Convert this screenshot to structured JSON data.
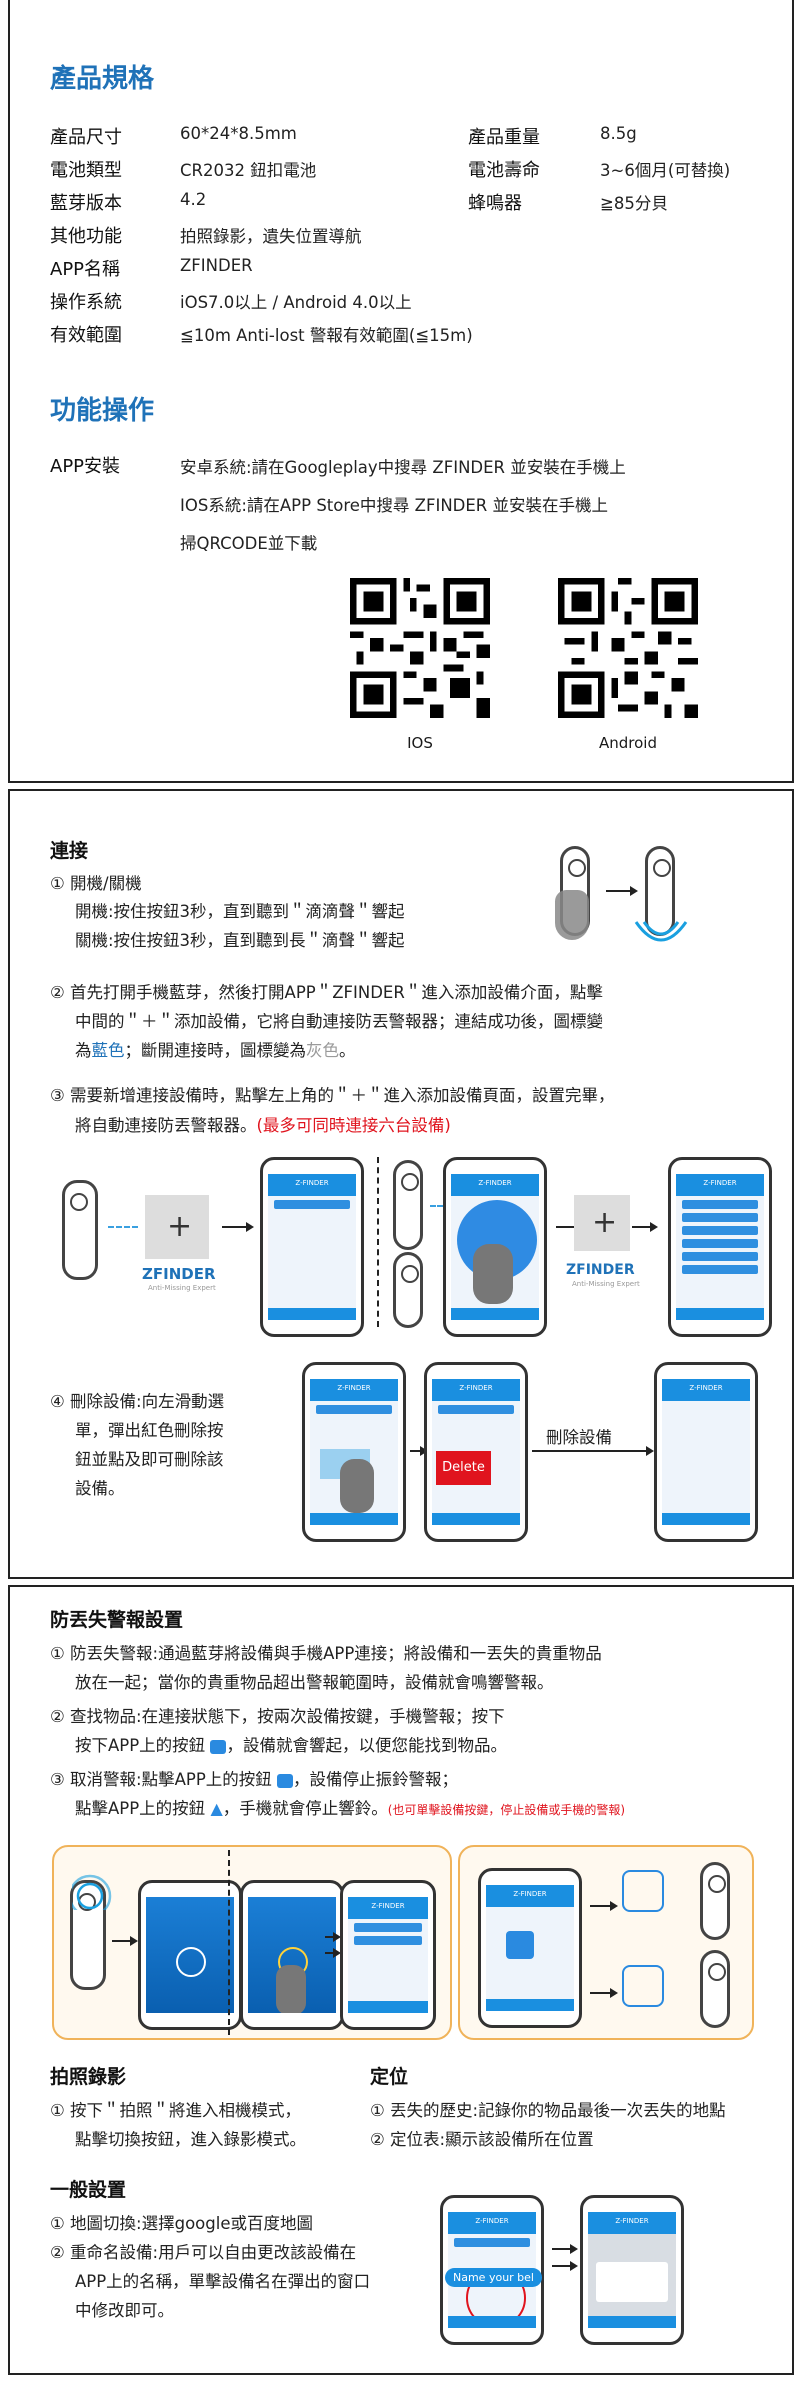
{
  "spec": {
    "title": "產品規格",
    "rows_left": [
      {
        "label": "產品尺寸",
        "value": "60*24*8.5mm"
      },
      {
        "label": "電池類型",
        "value": "CR2032 鈕扣電池"
      },
      {
        "label": "藍芽版本",
        "value": "4.2"
      },
      {
        "label": "其他功能",
        "value": "拍照錄影，遺失位置導航"
      },
      {
        "label": "APP名稱",
        "value": "ZFINDER"
      },
      {
        "label": "操作系統",
        "value": "iOS7.0以上 / Android 4.0以上"
      },
      {
        "label": "有效範圍",
        "value": "≦10m Anti-lost 警報有效範圍(≦15m)"
      }
    ],
    "rows_right": [
      {
        "label": "產品重量",
        "value": "8.5g"
      },
      {
        "label": "電池壽命",
        "value": "3~6個月(可替換)"
      },
      {
        "label": "蜂鳴器",
        "value": "≧85分貝"
      }
    ]
  },
  "ops": {
    "title": "功能操作",
    "install_label": "APP安裝",
    "install_lines": [
      "安卓系統:請在Googleplay中搜尋 ZFINDER 並安裝在手機上",
      "IOS系統:請在APP Store中搜尋 ZFINDER 並安裝在手機上",
      "掃QRCODE並下載"
    ],
    "qr_ios": "IOS",
    "qr_android": "Android"
  },
  "connect": {
    "title": "連接",
    "step1_title": "① 開機/關機",
    "step1_lines": [
      "開機:按住按鈕3秒，直到聽到＂滴滴聲＂響起",
      "關機:按住按鈕3秒，直到聽到長＂滴聲＂響起"
    ],
    "step2_a": "② 首先打開手機藍芽，然後打開APP＂ZFINDER＂進入添加設備介面，點擊",
    "step2_b": "中間的＂＋＂添加設備，它將自動連接防丟警報器；連結成功後，圖標變",
    "step2_c1": "為",
    "step2_blue": "藍色",
    "step2_c2": "；斷開連接時，圖標變為",
    "step2_gray": "灰色",
    "step2_c3": "。",
    "step3_a": "③ 需要新增連接設備時，點擊左上角的＂＋＂進入添加設備頁面，設置完畢，",
    "step3_b": "將自動連接防丟警報器。",
    "step3_red": "(最多可同時連接六台設備)",
    "brand": "ZFINDER",
    "brand_sub": "Anti-Missing Expert",
    "step4_lines": [
      "④ 刪除設備:向左滑動選",
      "單，彈出紅色刪除按",
      "鈕並點及即可刪除該",
      "設備。"
    ],
    "delete_btn": "Delete",
    "delete_label": "刪除設備"
  },
  "alarm": {
    "title": "防丟失警報設置",
    "s1_a": "① 防丟失警報:通過藍芽將設備與手機APP連接；將設備和一丟失的貴重物品",
    "s1_b": "放在一起；當你的貴重物品超出警報範圍時，設備就會鳴響警報。",
    "s2_a": "② 查找物品:在連接狀態下，按兩次設備按鍵，手機警報；按下",
    "s2_b1": "按下APP上的按鈕",
    "s2_b2": "，設備就會響起，以便您能找到物品。",
    "s3_a1": "③ 取消警報:點擊APP上的按鈕",
    "s3_a2": "，設備停止振鈴警報；",
    "s3_b1": "點擊APP上的按鈕",
    "s3_b2": "，手機就會停止響鈴。",
    "s3_red": "(也可單擊設備按鍵，停止設備或手機的警報)"
  },
  "photo": {
    "title": "拍照錄影",
    "lines": [
      "① 按下＂拍照＂將進入相機模式，",
      "點擊切換按鈕，進入錄影模式。"
    ]
  },
  "locate": {
    "title": "定位",
    "lines": [
      "① 丟失的歷史:記錄你的物品最後一次丟失的地點",
      "② 定位表:顯示該設備所在位置"
    ]
  },
  "general": {
    "title": "一般設置",
    "lines": [
      "① 地圖切換:選擇google或百度地圖",
      "② 重命名設備:用戶可以自由更改該設備在",
      "APP上的名稱，單擊設備名在彈出的窗口",
      "中修改即可。"
    ],
    "name_pill": "Name your bel"
  },
  "colors": {
    "accent_blue": "#1f72b8",
    "warn_red": "#e0141e",
    "app_blue": "#1a8fe0",
    "panel_orange": "#f0b35a"
  }
}
